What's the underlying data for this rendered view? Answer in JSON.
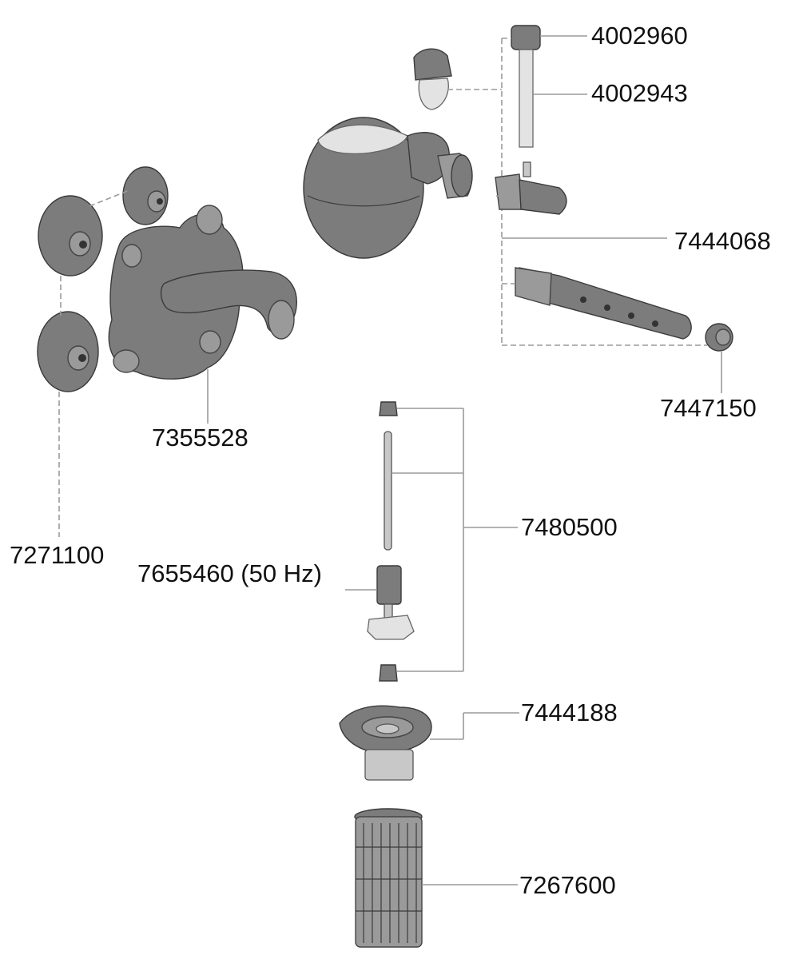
{
  "parts": [
    {
      "id": "p1",
      "number": "4002960"
    },
    {
      "id": "p2",
      "number": "4002943"
    },
    {
      "id": "p3",
      "number": "7444068"
    },
    {
      "id": "p4",
      "number": "7447150"
    },
    {
      "id": "p5",
      "number": "7355528"
    },
    {
      "id": "p6",
      "number": "7271100"
    },
    {
      "id": "p7",
      "number": "7480500"
    },
    {
      "id": "p8",
      "number": "7655460 (50 Hz)"
    },
    {
      "id": "p9",
      "number": "7444188"
    },
    {
      "id": "p10",
      "number": "7267600"
    }
  ],
  "colors": {
    "background": "#ffffff",
    "leader_line": "#9a9a9a",
    "part_dark": "#7c7c7c",
    "label_text": "#111111"
  }
}
